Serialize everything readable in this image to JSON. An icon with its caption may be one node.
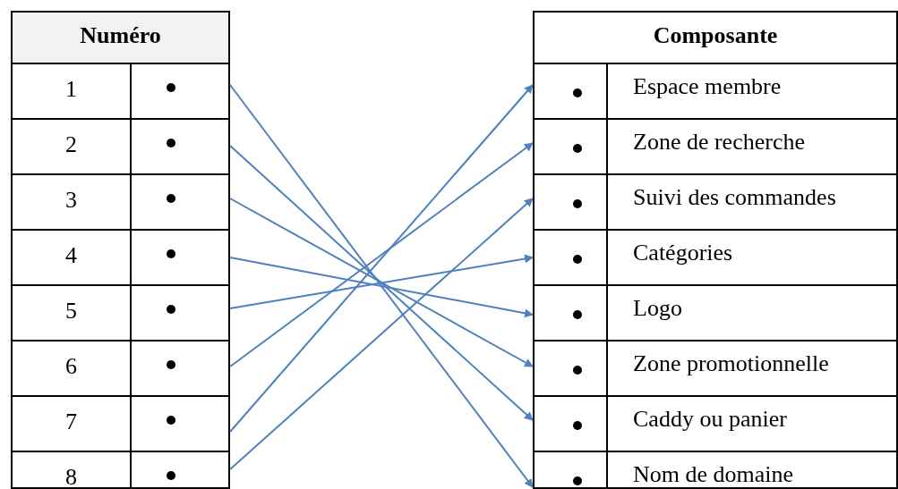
{
  "diagram": {
    "nodes": [
      {
        "text": [
          "1"
        ]
      },
      {
        "text": [
          "2"
        ]
      },
      {
        "text": [
          "3"
        ]
      },
      {
        "text": [
          "4"
        ]
      },
      {
        "text": [
          "5"
        ]
      },
      {
        "text": [
          "6"
        ]
      },
      {
        "text": [
          "7"
        ]
      },
      {
        "text": [
          "8"
        ]
      },
      {
        "text": [
          "Espace membre"
        ]
      },
      {
        "text": [
          "Zone de recherche"
        ]
      },
      {
        "text": [
          "Suivi des commandes"
        ]
      },
      {
        "text": [
          "Catégories"
        ]
      },
      {
        "text": [
          "Logo"
        ]
      },
      {
        "text": [
          "Zone promotionnelle"
        ]
      },
      {
        "text": [
          "Caddy ou panier"
        ]
      },
      {
        "text": [
          "Nom de domaine"
        ]
      }
    ],
    "edges": [
      {
        "from": 0,
        "to": 15,
        "arrow": "to"
      },
      {
        "from": 1,
        "to": 14,
        "arrow": "to"
      },
      {
        "from": 2,
        "to": 13,
        "arrow": "to"
      },
      {
        "from": 3,
        "to": 12,
        "arrow": "to"
      },
      {
        "from": 4,
        "to": 11,
        "arrow": "to"
      },
      {
        "from": 5,
        "to": 9,
        "arrow": "to"
      },
      {
        "from": 6,
        "to": 8,
        "arrow": "to"
      },
      {
        "from": 7,
        "to": 10,
        "arrow": "to"
      }
    ],
    "labels": [
      "Numéro",
      "Composante"
    ]
  }
}
